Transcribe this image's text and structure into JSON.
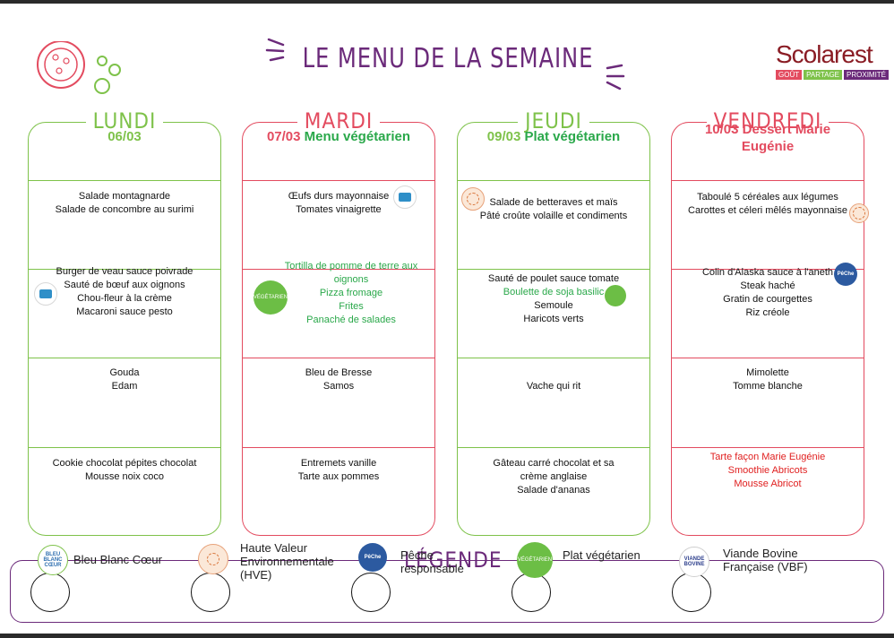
{
  "header": {
    "title": "LE MENU DE LA SEMAINE",
    "brand": "Scolarest",
    "brand_tags": [
      "GOÛT",
      "PARTAGE",
      "PROXIMITÉ"
    ]
  },
  "days": {
    "lundi": {
      "name": "LUNDI",
      "date": "06/03",
      "theme": "",
      "starters": [
        "Salade montagnarde",
        "Salade de concombre au surimi"
      ],
      "mains": [
        "Burger de veau sauce poivrade",
        "Sauté de bœuf aux oignons",
        "Chou-fleur à la crème",
        "Macaroni sauce pesto"
      ],
      "cheeses": [
        "Gouda",
        "Edam"
      ],
      "desserts": [
        "Cookie chocolat pépites chocolat",
        "Mousse noix coco"
      ]
    },
    "mardi": {
      "name": "MARDI",
      "date": "07/03",
      "theme": "Menu végétarien",
      "starters": [
        "Œufs durs mayonnaise",
        "Tomates vinaigrette"
      ],
      "mains": [
        "Tortilla de pomme de terre aux oignons",
        "Pizza fromage",
        "Frites",
        "Panaché de salades"
      ],
      "cheeses": [
        "Bleu de Bresse",
        "Samos"
      ],
      "desserts": [
        "Entremets vanille",
        "Tarte aux pommes"
      ]
    },
    "jeudi": {
      "name": "JEUDI",
      "date": "09/03",
      "theme": "Plat végétarien",
      "starters": [
        "Salade de betteraves et maïs",
        "Pâté croûte volaille et condiments"
      ],
      "mains": [
        "Sauté de poulet sauce tomate",
        "Boulette de soja basilic",
        "Semoule",
        "Haricots verts"
      ],
      "cheeses": [
        "Vache qui rit"
      ],
      "desserts": [
        "Gâteau carré chocolat et sa crème anglaise",
        "Salade d'ananas"
      ]
    },
    "vendredi": {
      "name": "VENDREDI",
      "date": "10/03",
      "theme": "Dessert Marie Eugénie",
      "starters": [
        "Taboulé 5 céréales aux légumes",
        "Carottes et céleri mêlés mayonnaise"
      ],
      "mains": [
        "Colin d'Alaska sauce à l'aneth",
        "Steak haché",
        "Gratin de courgettes",
        "Riz créole"
      ],
      "cheeses": [
        "Mimolette",
        "Tomme blanche"
      ],
      "desserts": [
        "Tarte façon Marie Eugénie",
        "Smoothie Abricots",
        "Mousse Abricot"
      ]
    }
  },
  "badges": {
    "bbc": "BLEU BLANC CŒUR",
    "peche": "PêChe",
    "vege": "VÉGÉTARIEN",
    "vbf": "VIANDE BOVINE"
  },
  "legend": {
    "title": "LÉGENDE",
    "items": [
      {
        "label": "Bleu Blanc Cœur",
        "icon": "bleu-blanc-coeur-icon"
      },
      {
        "label": "Haute Valeur Environnementale (HVE)",
        "icon": "hve-icon"
      },
      {
        "label": "Pêche responsable",
        "icon": "peche-responsable-icon"
      },
      {
        "label": "Plat végétarien",
        "icon": "plat-vegetarien-icon"
      },
      {
        "label": "Viande Bovine Française (VBF)",
        "icon": "viande-bovine-francaise-icon"
      }
    ]
  },
  "colors": {
    "purple": "#6b2a7a",
    "green": "#7ec24a",
    "red": "#e34b5f",
    "veg_text": "#2aa84a",
    "dessert_red": "#e02020",
    "brand": "#8a1c24"
  }
}
